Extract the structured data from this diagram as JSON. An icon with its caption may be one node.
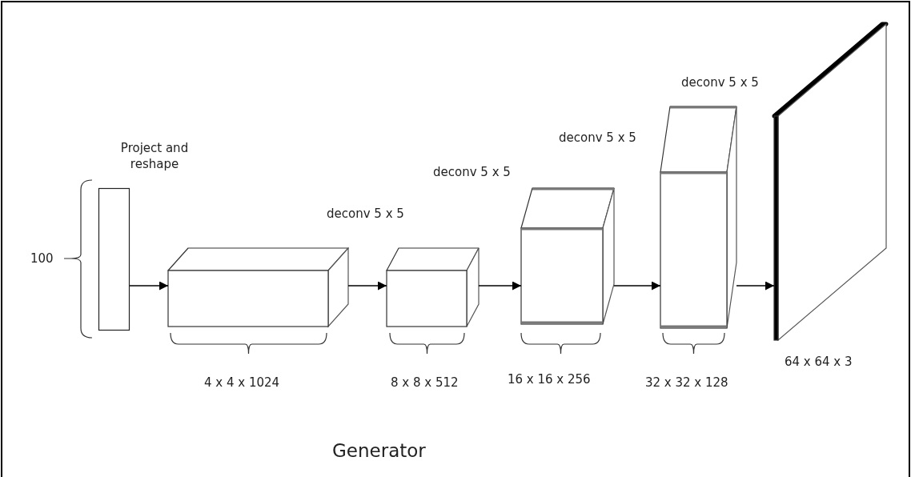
{
  "diagram": {
    "caption": "Generator",
    "nodes": [
      {
        "text": [],
        "shape": "bar",
        "beside": [
          "Project and reshape"
        ]
      },
      {
        "text": [],
        "shape": "box"
      },
      {
        "text": [],
        "shape": "box"
      },
      {
        "text": [],
        "shape": "box"
      },
      {
        "text": [],
        "shape": "box"
      },
      {
        "text": [],
        "shape": "box"
      }
    ],
    "edges": [
      {
        "from": 0,
        "to": 1,
        "arrow": "to"
      },
      {
        "from": 1,
        "to": 2,
        "arrow": "to"
      },
      {
        "from": 2,
        "to": 3,
        "arrow": "to"
      },
      {
        "from": 3,
        "to": 4,
        "arrow": "to"
      },
      {
        "from": 4,
        "to": 5,
        "arrow": "to"
      }
    ],
    "labels": [
      "deconv 5 x 5",
      "deconv 5 x 5",
      "deconv 5 x 5",
      "deconv 5 x 5",
      "100",
      "4 x 4 x 1024",
      "8 x 8 x 512",
      "16 x 16 x 256",
      "32 x 32 x 128",
      "64 x 64 x 3"
    ]
  }
}
